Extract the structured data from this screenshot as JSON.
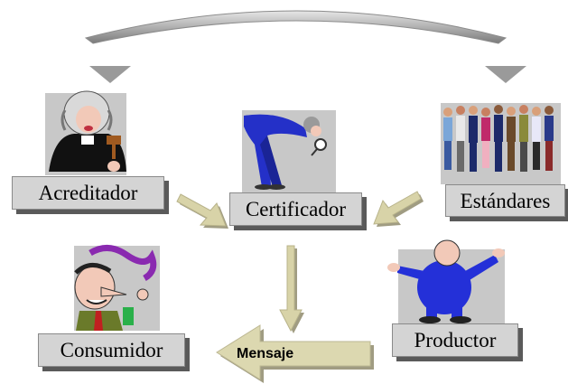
{
  "nodes": {
    "acreditador": "Acreditador",
    "certificador": "Certificador",
    "estandares": "Estándares",
    "consumidor": "Consumidor",
    "productor": "Productor"
  },
  "message": "Mensaje",
  "colors": {
    "tile_gray": "#c8c8c8",
    "arrow_fill": "#d8d3a8",
    "arrow_shadow": "#a09c82",
    "arc_gray": "#8c8c8c"
  },
  "icons": {
    "acreditador": "judge-gavel-icon",
    "certificador": "inspector-magnifier-icon",
    "estandares": "crowd-people-icon",
    "consumidor": "consumer-smoking-icon",
    "productor": "businessman-icon"
  }
}
